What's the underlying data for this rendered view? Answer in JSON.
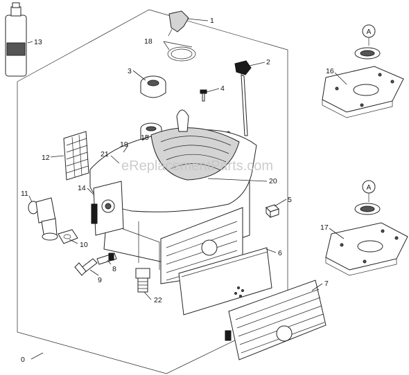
{
  "watermark": "eReplacementParts.com",
  "callouts": {
    "c0": "0",
    "c1": "1",
    "c2": "2",
    "c3": "3",
    "c4": "4",
    "c5": "5",
    "c6": "6",
    "c7": "7",
    "c8": "8",
    "c9": "9",
    "c10": "10",
    "c11": "11",
    "c12": "12",
    "c13": "13",
    "c14": "14",
    "c15": "15",
    "c16": "16",
    "c17": "17",
    "c18": "18",
    "c19": "19",
    "c20": "20",
    "c21": "21",
    "c22": "22"
  },
  "reference_marks": {
    "upper": "A",
    "lower": "A"
  },
  "colors": {
    "line": "#222222",
    "shade": "#d4d4d4",
    "dark": "#555555",
    "watermark": "#c4c4c4"
  }
}
